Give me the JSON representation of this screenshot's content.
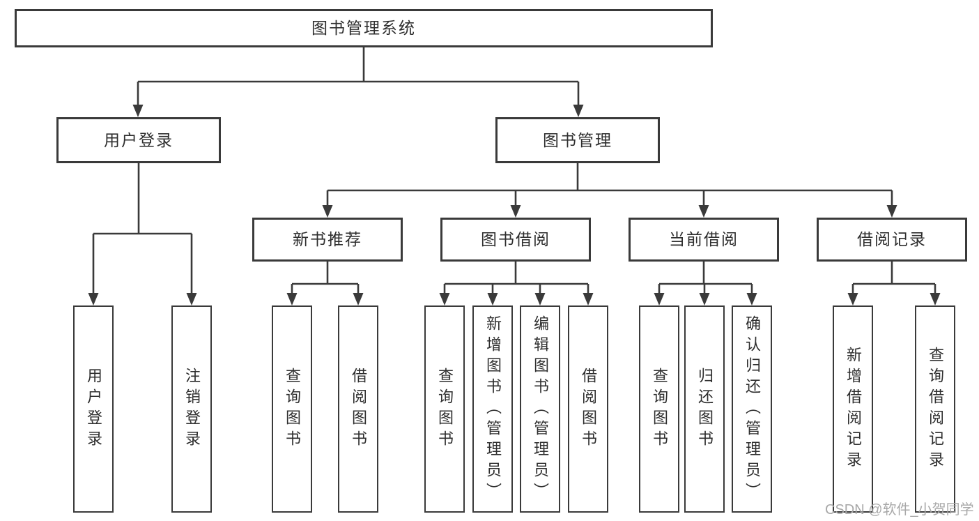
{
  "diagram": {
    "title": "图书管理系统",
    "nodes": {
      "root": {
        "label": "图书管理系统"
      },
      "user_login": {
        "label": "用户登录"
      },
      "book_management": {
        "label": "图书管理"
      },
      "new_book_recommend": {
        "label": "新书推荐"
      },
      "book_borrow": {
        "label": "图书借阅"
      },
      "current_borrow": {
        "label": "当前借阅"
      },
      "borrow_records": {
        "label": "借阅记录"
      },
      "leaf_user_login": {
        "label": "用户登录"
      },
      "leaf_logout": {
        "label": "注销登录"
      },
      "leaf_query_book_recommend": {
        "label": "查询图书"
      },
      "leaf_borrow_book_recommend": {
        "label": "借阅图书"
      },
      "leaf_query_book_borrow": {
        "label": "查询图书"
      },
      "leaf_add_book_admin": {
        "label": "新增图书（管理员）"
      },
      "leaf_edit_book_admin": {
        "label": "编辑图书（管理员）"
      },
      "leaf_borrow_book_borrow": {
        "label": "借阅图书"
      },
      "leaf_query_book_current": {
        "label": "查询图书"
      },
      "leaf_return_book": {
        "label": "归还图书"
      },
      "leaf_confirm_return_admin": {
        "label": "确认归还（管理员）"
      },
      "leaf_add_borrow_record": {
        "label": "新增借阅记录"
      },
      "leaf_query_borrow_record": {
        "label": "查询借阅记录"
      }
    },
    "edges": [
      "图书管理系统→用户登录",
      "图书管理系统→图书管理",
      "用户登录→用户登录",
      "用户登录→注销登录",
      "图书管理→新书推荐",
      "图书管理→图书借阅",
      "图书管理→当前借阅",
      "图书管理→借阅记录",
      "新书推荐→查询图书",
      "新书推荐→借阅图书",
      "图书借阅→查询图书",
      "图书借阅→新增图书（管理员）",
      "图书借阅→编辑图书（管理员）",
      "图书借阅→借阅图书",
      "当前借阅→查询图书",
      "当前借阅→归还图书",
      "当前借阅→确认归还（管理员）",
      "借阅记录→新增借阅记录",
      "借阅记录→查询借阅记录"
    ],
    "colors": {
      "line": "#3a3a3a",
      "box_border": "#3a3a3a",
      "text": "#2e2e2e",
      "background": "#ffffff",
      "watermark": "#a8a8a8"
    }
  },
  "watermark": {
    "text": "CSDN @软件_小贺同学"
  }
}
